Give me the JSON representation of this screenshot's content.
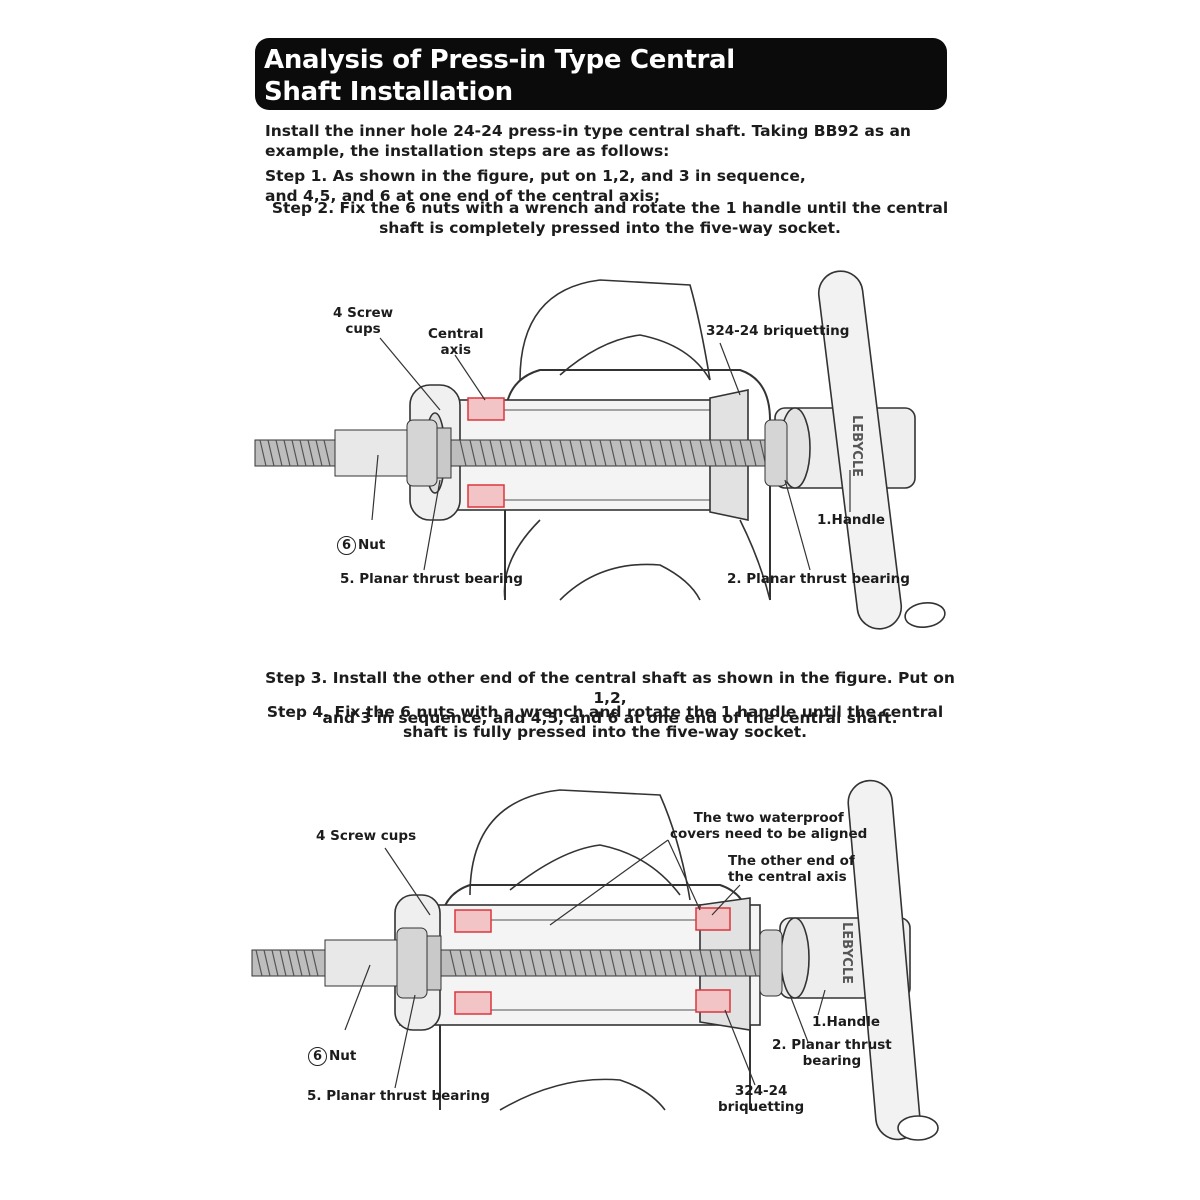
{
  "banner": {
    "title": "Analysis of Press-in Type Central\nShaft Installation",
    "shaft_brand": "LEBYCLE"
  },
  "intro": "Install the inner hole 24-24 press-in type central shaft. Taking BB92 as an\nexample, the installation steps are as follows:",
  "step1": "Step 1. As shown in the figure, put on 1,2, and 3 in sequence,\nand 4,5, and 6 at one end of the central axis;",
  "step2": "Step 2. Fix the 6 nuts with a wrench and rotate the 1 handle until the central\nshaft is completely pressed into the five-way socket.",
  "step3": "Step 3. Install the other end of the central shaft as shown in the figure. Put on 1,2,\nand 3 in sequence, and 4,5, and 6 at one end of the central shaft.",
  "step4": "Step 4. Fix the 6 nuts with a wrench and rotate the 1 handle until the central\nshaft is fully pressed into the five-way socket.",
  "figure1": {
    "screw_cups": "4 Screw\ncups",
    "central_axis": "Central\naxis",
    "briquetting": "324-24 briquetting",
    "nut_number": "6",
    "nut": "Nut",
    "handle": "1.Handle",
    "planar_5": "5. Planar thrust bearing",
    "planar_2": "2. Planar thrust bearing",
    "brand": "LEBYCLE"
  },
  "figure2": {
    "screw_cups": "4 Screw cups",
    "waterproof": "The two waterproof\ncovers need to be aligned",
    "other_end": "The other end of\nthe central axis",
    "nut_number": "6",
    "nut": "Nut",
    "handle": "1.Handle",
    "planar_2": "2. Planar thrust\nbearing",
    "planar_5": "5. Planar thrust bearing",
    "briquetting": "324-24\nbriquetting",
    "brand": "LEBYCLE"
  },
  "colors": {
    "banner": "#0b0b0b",
    "bearing_red": "#d9363e",
    "line": "#333333"
  }
}
